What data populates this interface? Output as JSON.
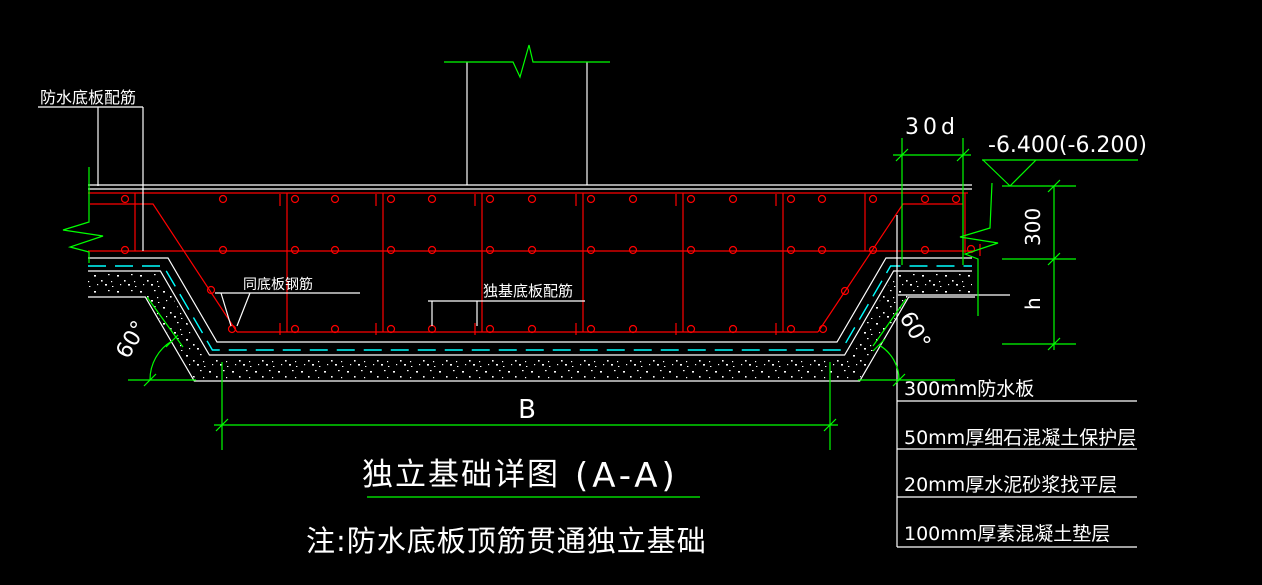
{
  "drawing": {
    "title": "独立基础详图",
    "section_mark": "(A-A)",
    "note": "注:防水底板顶筋贯通独立基础",
    "labels": {
      "waterproof_slab_rebar": "防水底板配筋",
      "same_as_slab_rebar": "同底板钢筋",
      "independent_foundation_rebar": "独基底板配筋"
    },
    "dimensions": {
      "anchorage": "30d",
      "elevation": "-6.400(-6.200)",
      "slab_thickness": "300",
      "foundation_height": "h",
      "foundation_width": "B",
      "slope_angle_left": "60°",
      "slope_angle_right": "60°"
    },
    "layer_callouts": [
      "300mm防水板",
      "50mm厚细石混凝土保护层",
      "20mm厚水泥砂浆找平层",
      "100mm厚素混凝土垫层"
    ],
    "colors": {
      "background": "#000000",
      "green": "#00ff00",
      "red": "#ff0000",
      "white": "#ffffff",
      "cyan": "#00ffff"
    }
  }
}
